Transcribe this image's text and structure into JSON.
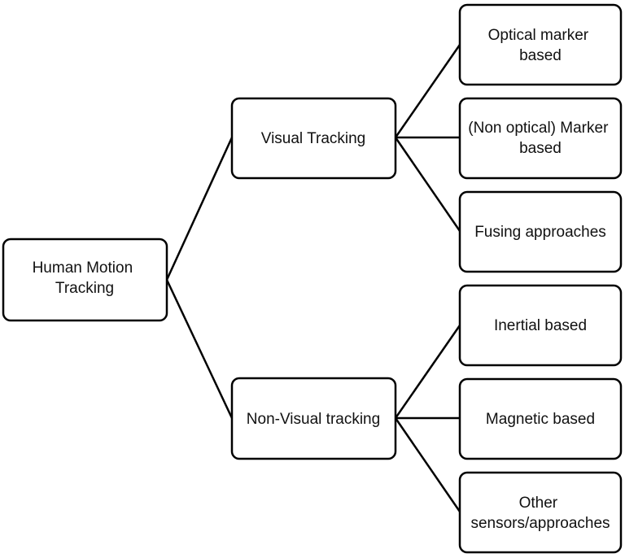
{
  "diagram": {
    "root": {
      "label_lines": [
        "Human Motion",
        "Tracking"
      ]
    },
    "visual": {
      "label_lines": [
        "Visual Tracking"
      ],
      "children": [
        {
          "label_lines": [
            "Optical marker",
            "based"
          ]
        },
        {
          "label_lines": [
            "(Non optical) Marker",
            "based"
          ]
        },
        {
          "label_lines": [
            "Fusing approaches"
          ]
        }
      ]
    },
    "non_visual": {
      "label_lines": [
        "Non-Visual tracking"
      ],
      "children": [
        {
          "label_lines": [
            "Inertial based"
          ]
        },
        {
          "label_lines": [
            "Magnetic based"
          ]
        },
        {
          "label_lines": [
            "Other",
            "sensors/approaches"
          ]
        }
      ]
    }
  }
}
